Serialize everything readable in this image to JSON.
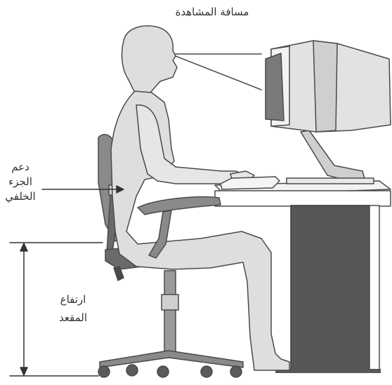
{
  "labels": {
    "viewing_distance": "مسافة المشاهدة",
    "lower_back_support": [
      "دعم",
      "الجزء",
      "الخلفي"
    ],
    "seat_height": [
      "ارتفاع",
      "المقعد"
    ]
  },
  "colors": {
    "figure_fill": "#dedede",
    "outline": "#4a4a4a",
    "chair_dark": "#8a8a8a",
    "desk_dark": "#575757",
    "monitor_light": "#e2e2e2"
  }
}
